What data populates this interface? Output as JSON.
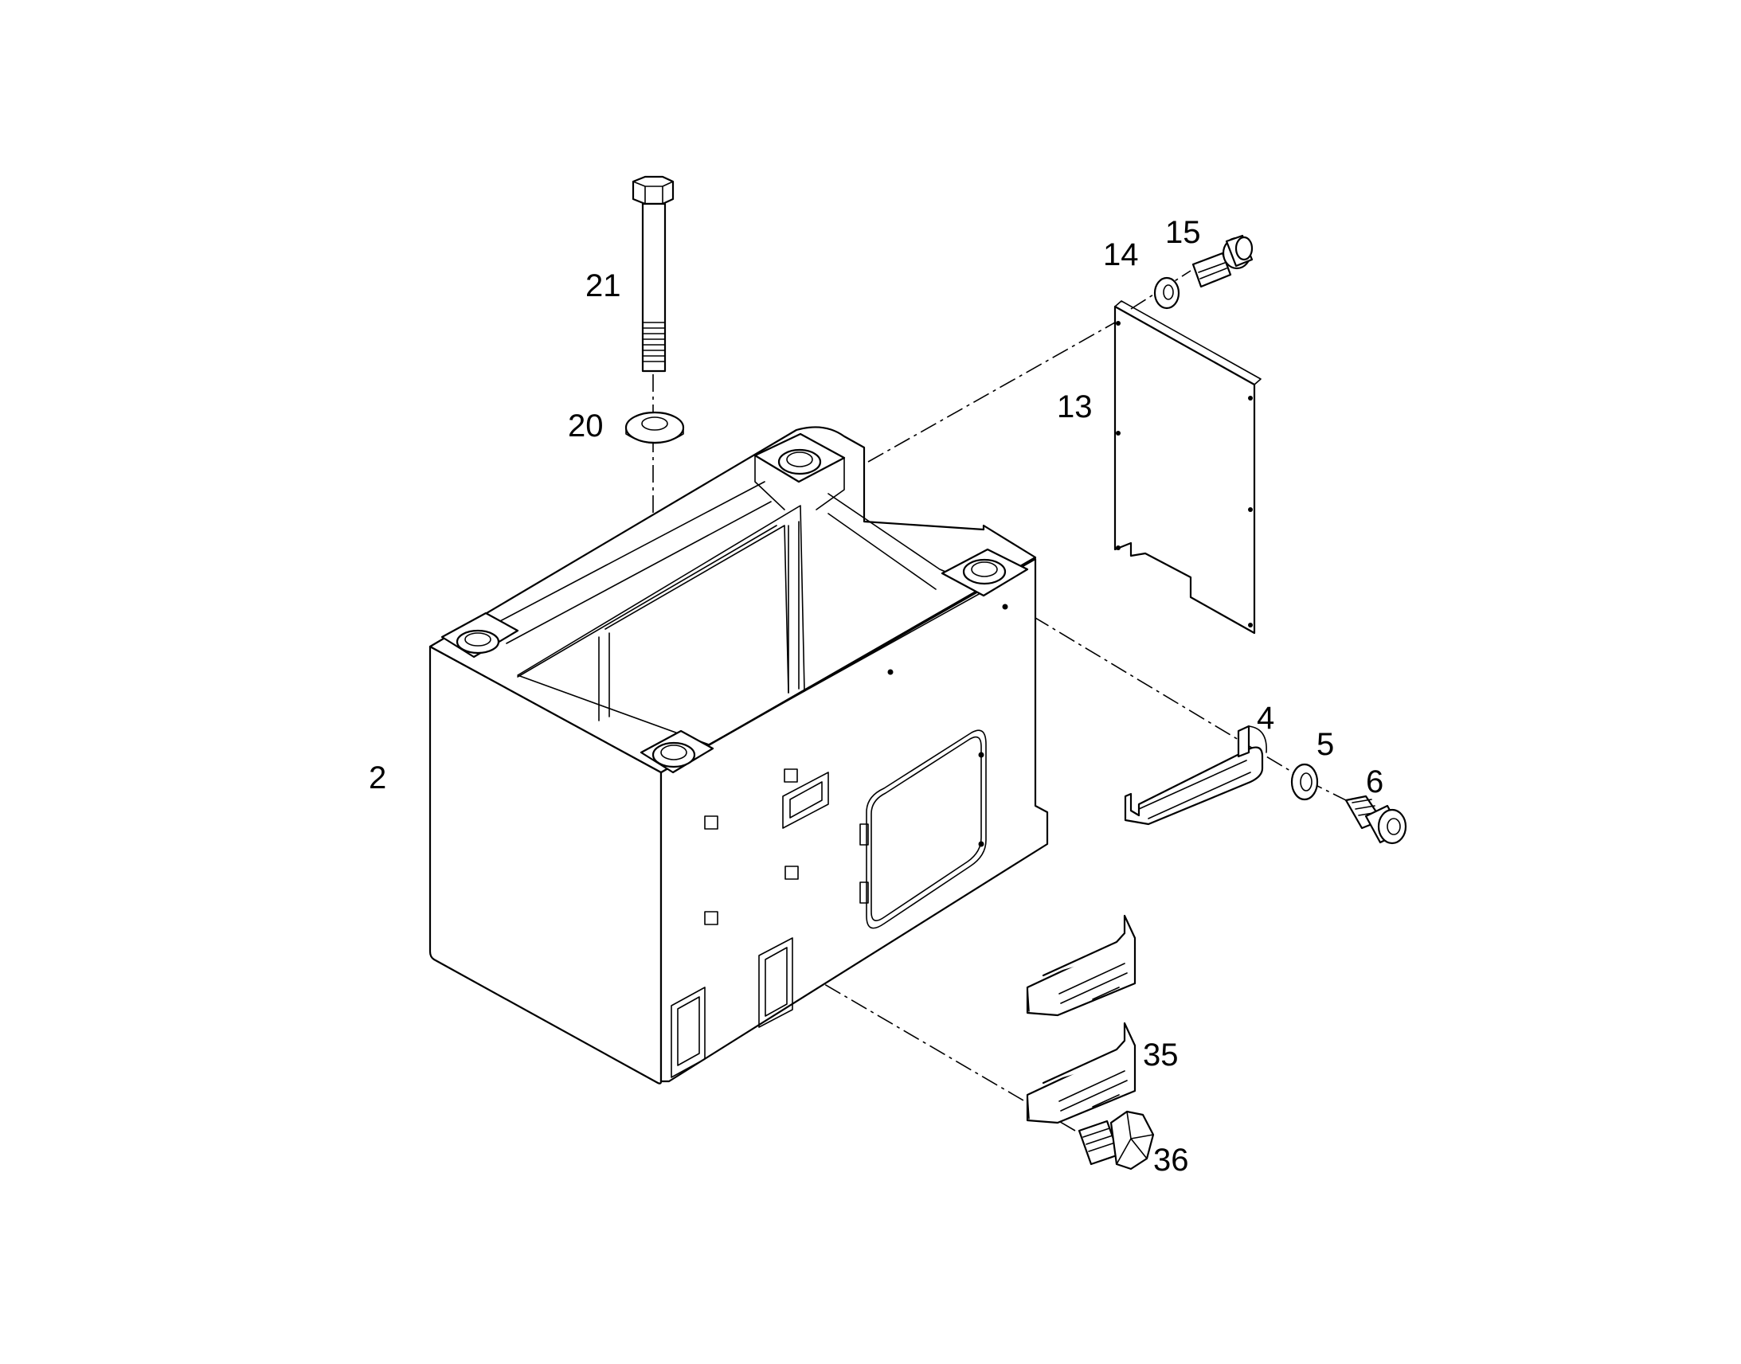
{
  "diagram": {
    "callouts": {
      "c2": "2",
      "c4": "4",
      "c5": "5",
      "c6": "6",
      "c13": "13",
      "c14": "14",
      "c15": "15",
      "c20": "20",
      "c21": "21",
      "c35": "35",
      "c36": "36"
    },
    "colors": {
      "line": "#000000",
      "background": "#ffffff"
    }
  }
}
